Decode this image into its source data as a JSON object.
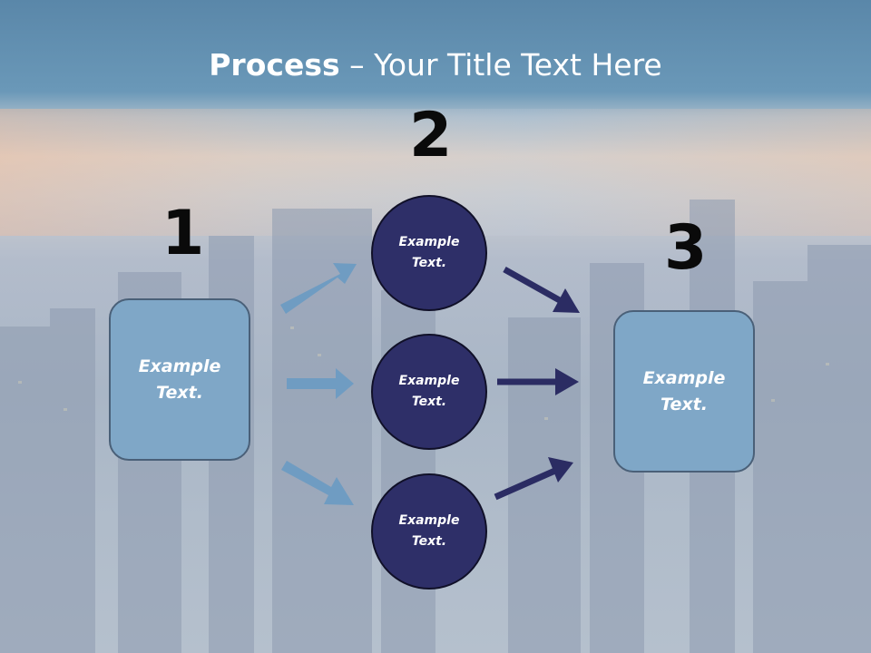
{
  "title": {
    "bold": "Process",
    "rest": " – Your Title Text Here"
  },
  "steps": {
    "one": {
      "number": "1",
      "text_line1": "Example",
      "text_line2": "Text."
    },
    "two": {
      "number": "2",
      "circles": [
        {
          "text_line1": "Example",
          "text_line2": "Text."
        },
        {
          "text_line1": "Example",
          "text_line2": "Text."
        },
        {
          "text_line1": "Example",
          "text_line2": "Text."
        }
      ]
    },
    "three": {
      "number": "3",
      "text_line1": "Example",
      "text_line2": "Text."
    }
  },
  "colors": {
    "light_arrow": "#6f9cc2",
    "dark_arrow": "#2b2c63",
    "box_fill": "#7fa7c7",
    "circle_fill": "#2e2f68"
  }
}
